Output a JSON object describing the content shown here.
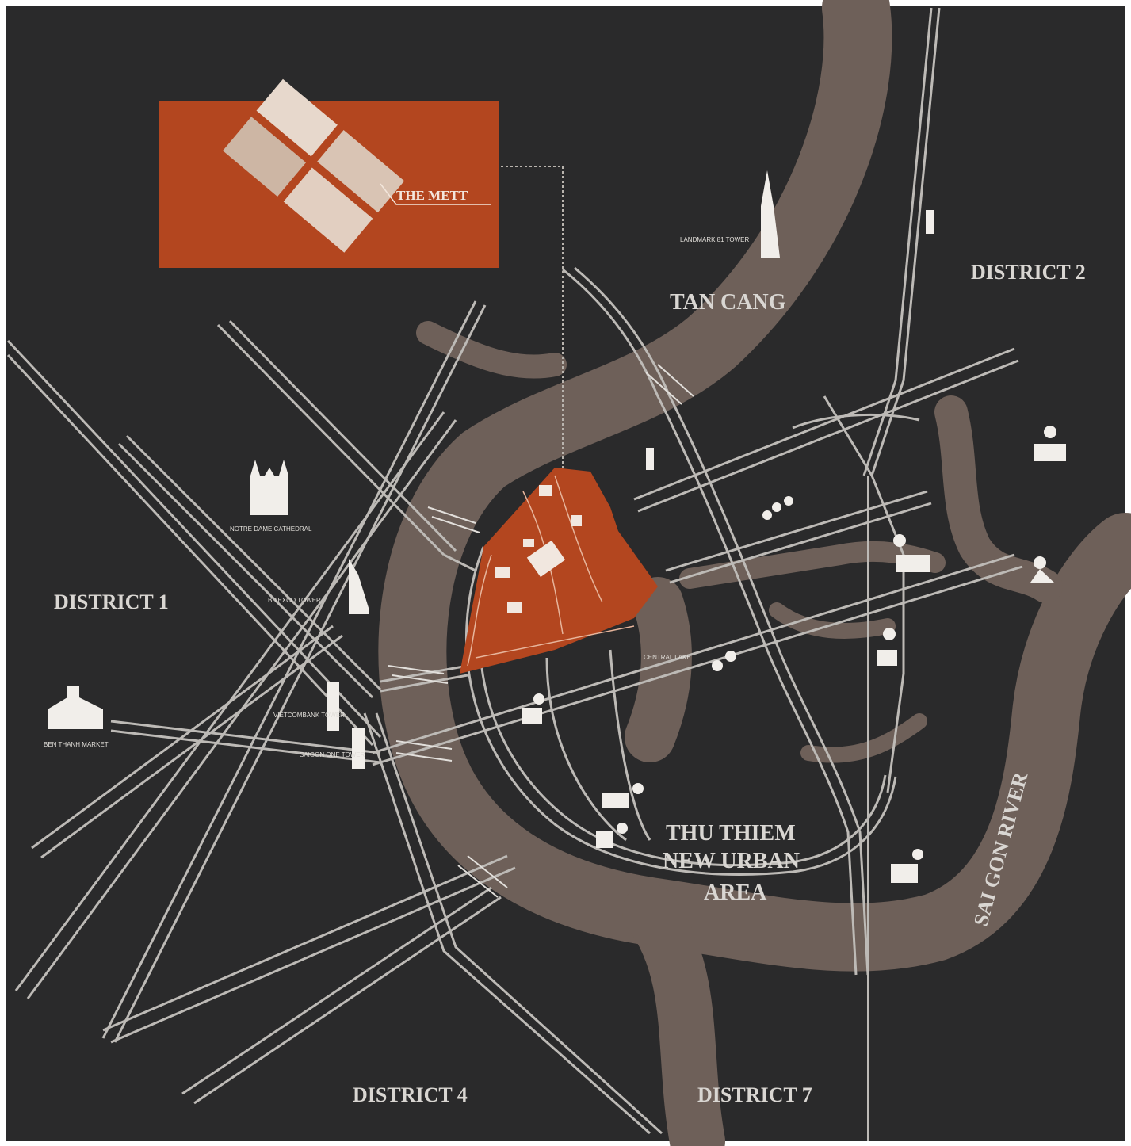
{
  "map": {
    "colors": {
      "background": "#2a2a2b",
      "frame": "#ffffff",
      "river": "#6e6059",
      "road": "#bdbab6",
      "project_area": "#b3461f",
      "logo_box": "#b3461f",
      "text": "#d9d6d2"
    },
    "logo": {
      "name": "THE METT"
    },
    "districts": {
      "d1": "DISTRICT 1",
      "d2": "DISTRICT 2",
      "d4": "DISTRICT 4",
      "d7": "DISTRICT 7",
      "tan_cang": "TAN CANG",
      "thu_thiem_1": "THU THIEM",
      "thu_thiem_2": "NEW URBAN",
      "thu_thiem_3": "AREA",
      "river": "SAI GON RIVER"
    },
    "landmarks": {
      "landmark81": "LANDMARK 81 TOWER",
      "notre_dame": "NOTRE DAME CATHEDRAL",
      "ben_thanh": "BEN THANH MARKET",
      "bitexco": "BITEXCO TOWER",
      "vietcombank": "VIETCOMBANK TOWER",
      "saigon_one": "SAIGON ONE TOWER",
      "central_lake": "CENTRAL LAKE"
    },
    "icons": [
      "skyscraper-icon",
      "cathedral-icon",
      "market-icon",
      "tower-icon",
      "school-icon",
      "hospital-icon",
      "park-icon",
      "office-icon",
      "shopping-icon",
      "residence-icon",
      "bridge-icon"
    ]
  }
}
